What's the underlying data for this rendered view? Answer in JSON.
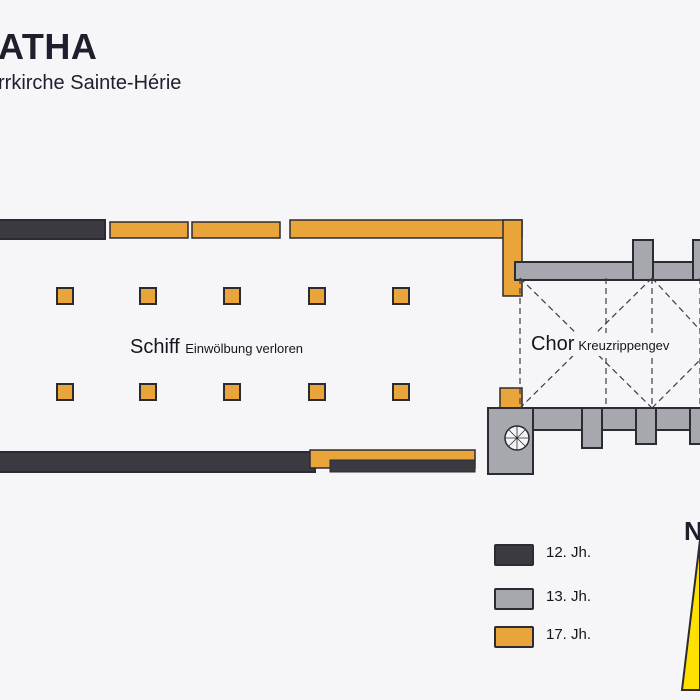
{
  "header": {
    "title": "ATHA",
    "subtitle": "rrkirche Sainte-Hérie"
  },
  "labels": {
    "nave": "Schiff",
    "nave_note": "Einwölbung verloren",
    "choir": "Chor",
    "choir_note": "Kreuzrippengev"
  },
  "legend": {
    "items": [
      {
        "label": "12. Jh.",
        "color": "#3a3a40"
      },
      {
        "label": "13. Jh.",
        "color": "#a7a7ae"
      },
      {
        "label": "17. Jh.",
        "color": "#e9a53a"
      }
    ]
  },
  "north": {
    "label": "N",
    "arrow_color": "#ffe000"
  },
  "colors": {
    "background": "#f6f6f8",
    "outline": "#2b2b33",
    "dashed": "#3b3b45"
  }
}
